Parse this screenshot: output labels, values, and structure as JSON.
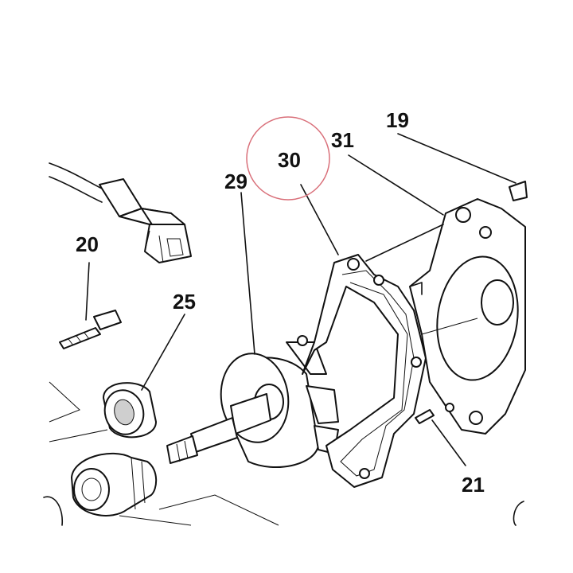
{
  "callouts": [
    {
      "id": "19",
      "label": "19"
    },
    {
      "id": "20",
      "label": "20"
    },
    {
      "id": "21",
      "label": "21"
    },
    {
      "id": "25",
      "label": "25"
    },
    {
      "id": "29",
      "label": "29"
    },
    {
      "id": "30",
      "label": "30"
    },
    {
      "id": "31",
      "label": "31"
    }
  ],
  "highlight": {
    "callout": "30",
    "color": "#d9707a"
  },
  "colors": {
    "ink": "#111111",
    "shade": "#cfcfcf",
    "background": "#ffffff"
  }
}
